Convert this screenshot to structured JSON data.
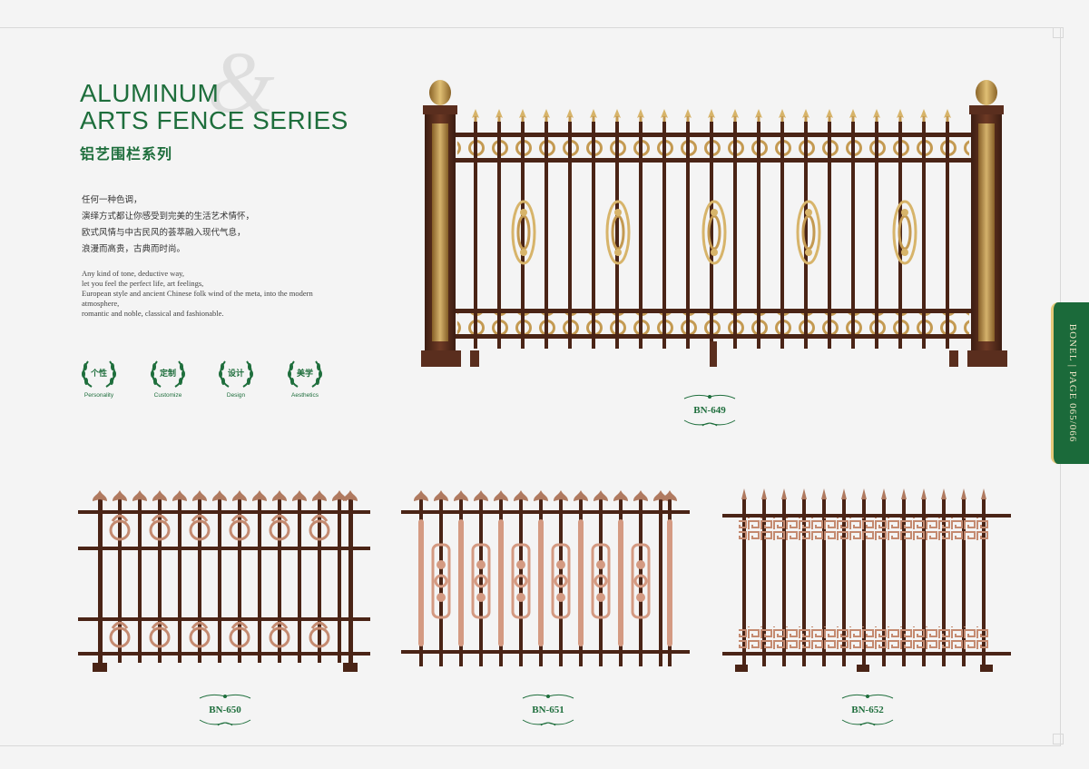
{
  "title": {
    "line1": "ALUMINUM",
    "line2": "ARTS FENCE SERIES",
    "amp": "&",
    "cn": "铝艺围栏系列"
  },
  "description_cn": [
    "任何一种色调，",
    "演绎方式都让你感受到完美的生活艺术情怀，",
    "欧式风情与中古民风的荟萃融入现代气息，",
    "浪漫而高贵，古典而时尚。"
  ],
  "description_en": [
    "Any kind of tone, deductive way,",
    "let you feel the perfect life, art feelings,",
    "European style and ancient Chinese folk wind of the meta, into the modern",
    "atmosphere,",
    "romantic and noble, classical and fashionable."
  ],
  "features": [
    {
      "cn": "个性",
      "en": "Personality"
    },
    {
      "cn": "定制",
      "en": "Customize"
    },
    {
      "cn": "设计",
      "en": "Design"
    },
    {
      "cn": "美学",
      "en": "Aesthetics"
    }
  ],
  "side_tab": "BONEL  |  PAGE 065/066",
  "products": [
    {
      "code": "BN-649"
    },
    {
      "code": "BN-650"
    },
    {
      "code": "BN-651"
    },
    {
      "code": "BN-652"
    }
  ],
  "colors": {
    "brand_green": "#1e6e3c",
    "bronze": "#5a2e1e",
    "gold": "#c8a050",
    "copper": "#d49a82"
  }
}
